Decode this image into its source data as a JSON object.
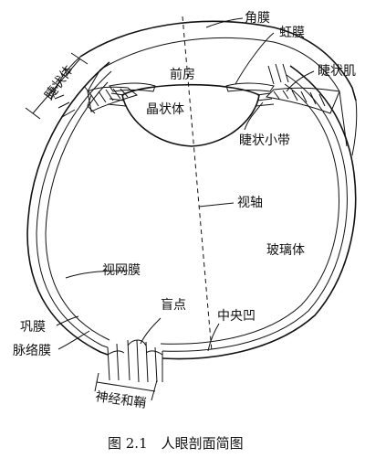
{
  "labels": {
    "cornea": "角膜",
    "iris": "虹膜",
    "ciliary_body": "睫状体",
    "anterior_chamber": "前房",
    "ciliary_muscle": "睫状肌",
    "lens": "晶状体",
    "zonule": "睫状小带",
    "visual_axis": "视轴",
    "vitreous": "玻璃体",
    "retina": "视网膜",
    "blind_spot": "盲点",
    "fovea": "中央凹",
    "sclera": "巩膜",
    "choroid": "脉络膜",
    "optic_nerve_sheath": "神经和鞘"
  },
  "caption": "图 2.1　人眼剖面简图"
}
